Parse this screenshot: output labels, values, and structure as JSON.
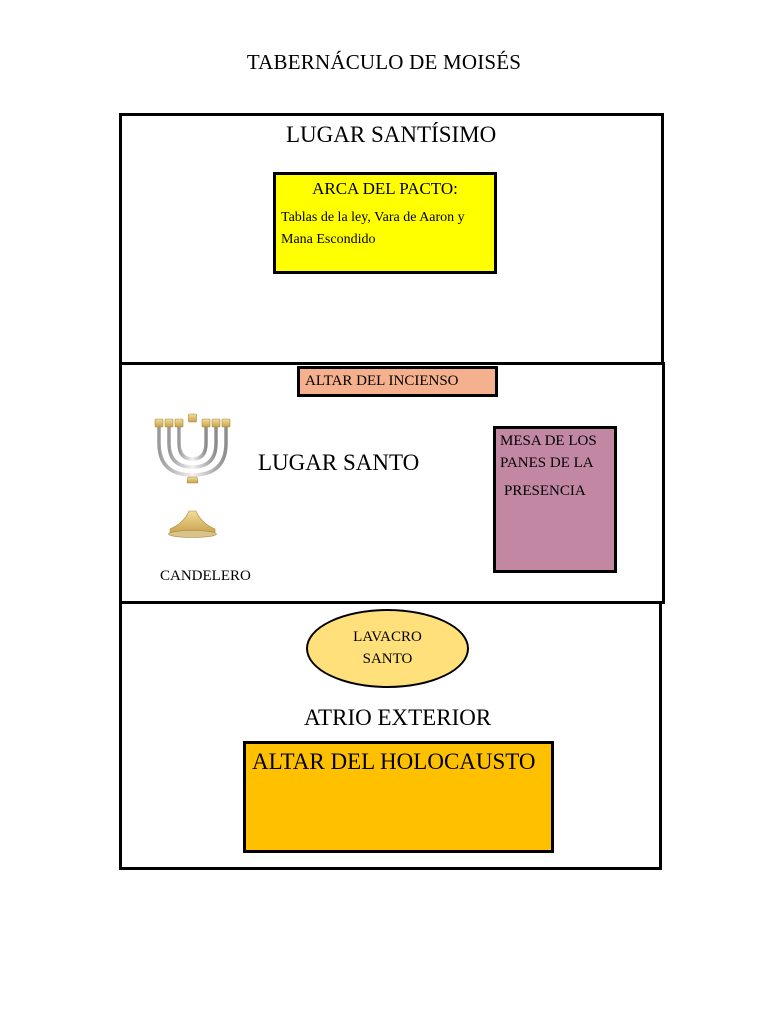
{
  "title": "TABERNÁCULO DE MOISÉS",
  "lugar_santisimo": {
    "title": "LUGAR  SANTÍSIMO",
    "arca": {
      "heading": "ARCA DEL PACTO:",
      "description": "Tablas de la ley, Vara de Aaron y Mana Escondido"
    }
  },
  "lugar_santo": {
    "title": "LUGAR  SANTO",
    "altar_incienso": "ALTAR DEL INCIENSO",
    "mesa": {
      "line1": "MESA DE LOS",
      "line2": "PANES DE LA",
      "line3": "PRESENCIA"
    },
    "candelero": "CANDELERO"
  },
  "atrio_exterior": {
    "title": "ATRIO  EXTERIOR",
    "lavacro": {
      "line1": "LAVACRO",
      "line2": "SANTO"
    },
    "altar_holocausto": "ALTAR DEL HOLOCAUSTO"
  },
  "colors": {
    "arca": "#ffff00",
    "altar_incienso": "#f5b08d",
    "mesa": "#c287a3",
    "lavacro": "#ffe07a",
    "altar_holocausto": "#ffc000"
  },
  "icons": {
    "candelero": "menorah-icon"
  }
}
